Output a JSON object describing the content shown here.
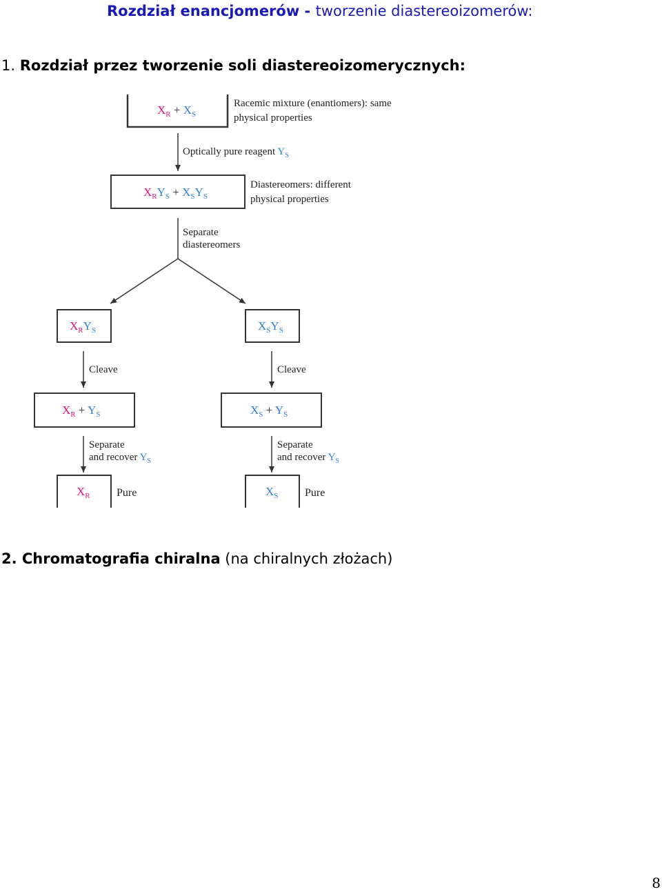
{
  "header": {
    "title_bold": "Rozdział enancjomerów - ",
    "title_regular": "tworzenie diastereoizomerów:"
  },
  "section1": {
    "number": "1.",
    "title": "Rozdział przez tworzenie soli diastereoizomerycznych:"
  },
  "section2": {
    "title_bold": "2. Chromatografia chiralna",
    "title_regular": " (na chiralnych złożach)"
  },
  "page_number": "8",
  "colors": {
    "header_blue": "#1a1ab8",
    "x_magenta": "#e0147a",
    "y_blue": "#2e7fd6",
    "box_border": "#333333"
  },
  "diagram": {
    "racemic_note_line1": "Racemic mixture (enantiomers): same",
    "racemic_note_line2": "physical properties",
    "reagent_label": "Optically pure reagent ",
    "diastereomer_note_line1": "Diastereomers: different",
    "diastereomer_note_line2": "physical properties",
    "separate_line1": "Separate",
    "separate_line2": "diastereomers",
    "cleave_label": "Cleave",
    "separate_recover_line1": "Separate",
    "separate_recover_line2": "and recover ",
    "pure_label": "Pure"
  }
}
